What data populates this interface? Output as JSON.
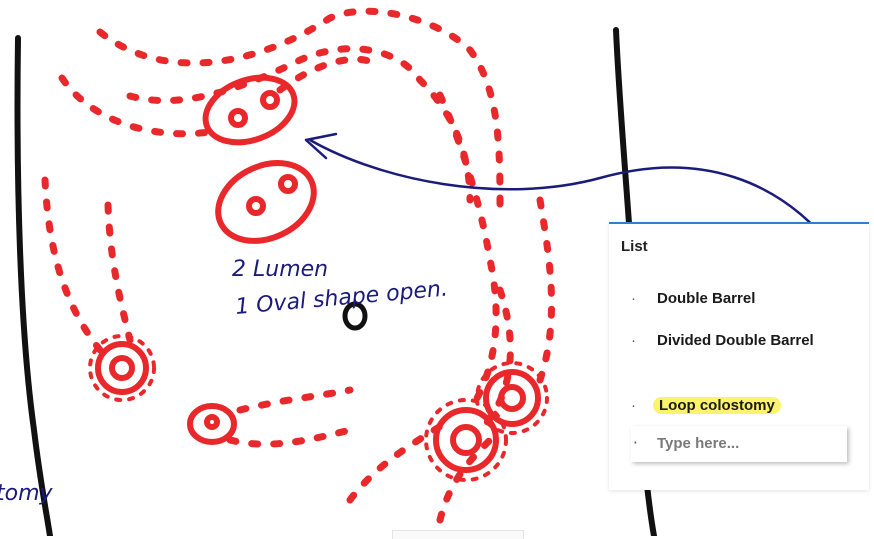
{
  "annotations": {
    "line1": "2 Lumen",
    "line2": "1 Oval shape open.",
    "partial_word": "tomy"
  },
  "list": {
    "title": "List",
    "items": [
      {
        "label": "Double Barrel"
      },
      {
        "label": "Divided Double Barrel"
      },
      {
        "label": "Loop colostomy",
        "highlighted": true
      }
    ],
    "input_placeholder": "Type here..."
  },
  "colors": {
    "stoma_red": "#e8282b",
    "ink_navy": "#1b1b7a",
    "outline_black": "#111111",
    "highlight_yellow": "#fbf46b",
    "panel_accent": "#2e7fd0"
  }
}
